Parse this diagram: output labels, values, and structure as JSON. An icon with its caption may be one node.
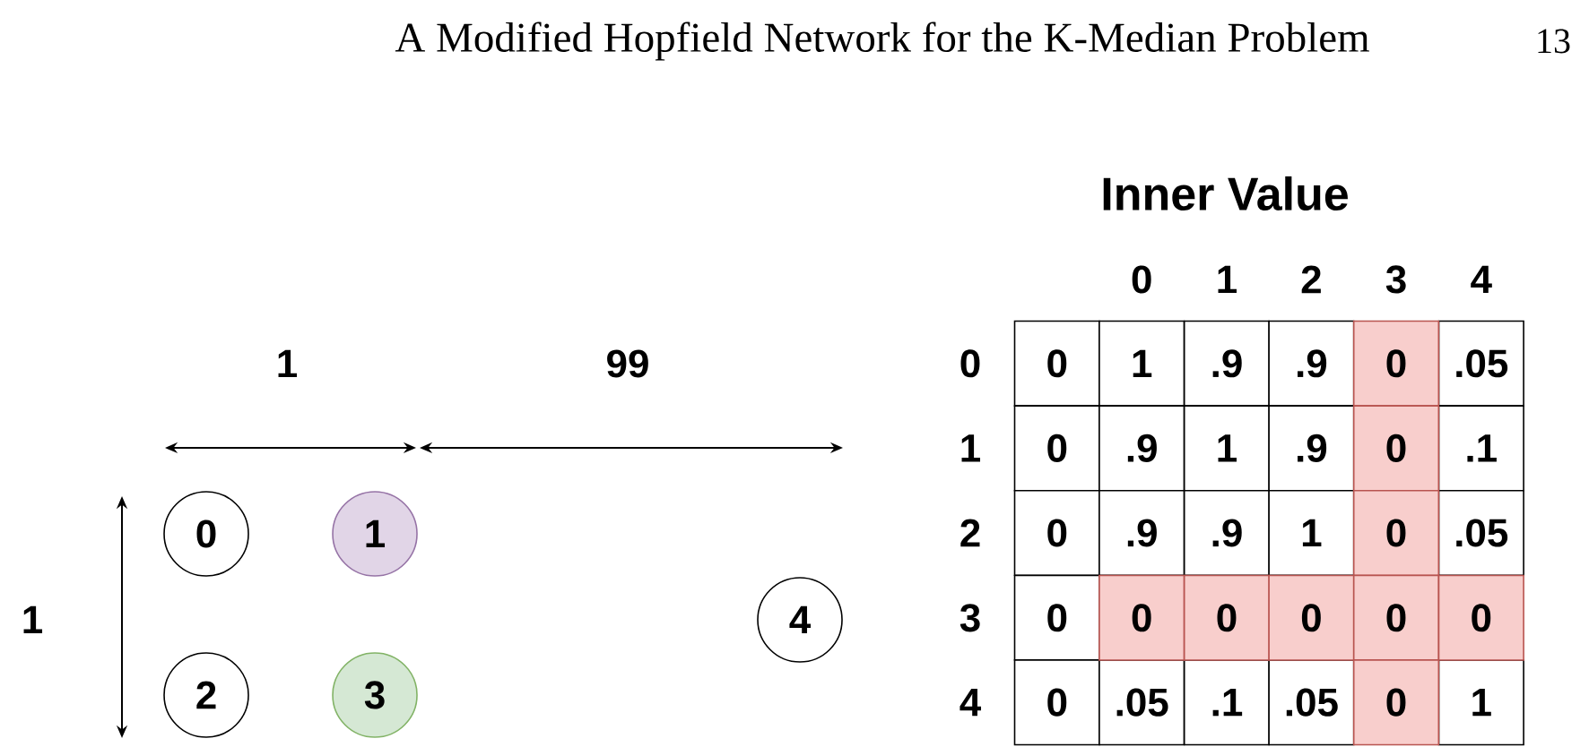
{
  "diagram": {
    "nodes": [
      {
        "text": [
          "0"
        ]
      },
      {
        "text": [
          "1"
        ]
      },
      {
        "text": [
          "2"
        ]
      },
      {
        "text": [
          "3"
        ]
      },
      {
        "text": [
          "4"
        ]
      }
    ],
    "labels": [
      "A Modified Hopfield Network for the K-Median Problem",
      "13",
      "1",
      "99",
      "1",
      "Inner Value",
      "0",
      "1",
      "2",
      "3",
      "4",
      "0",
      "0",
      "1",
      ".9",
      ".9",
      "0",
      ".05",
      "1",
      "0",
      ".9",
      "1",
      ".9",
      "0",
      ".1",
      "2",
      "0",
      ".9",
      ".9",
      "1",
      "0",
      ".05",
      "3",
      "0",
      "0",
      "0",
      "0",
      "0",
      "0",
      "4",
      "0",
      ".05",
      ".1",
      ".05",
      "0",
      "1"
    ]
  }
}
